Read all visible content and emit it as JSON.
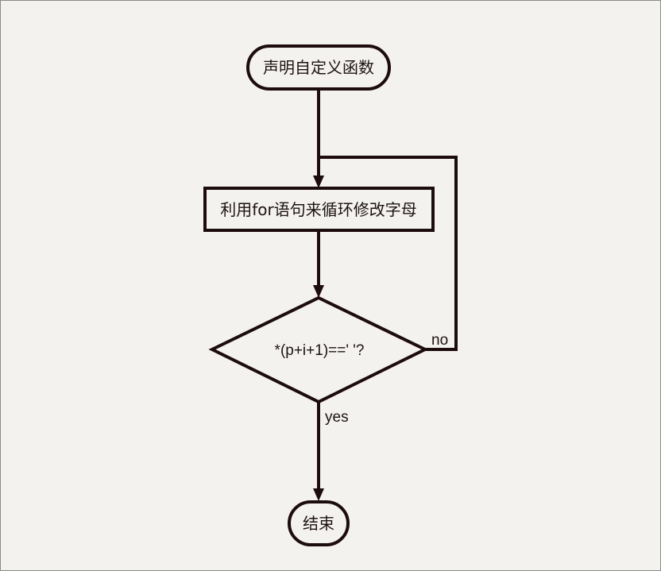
{
  "flowchart": {
    "nodes": {
      "start": "声明自定义函数",
      "loop": "利用for语句来循环修改字母",
      "condition": "*(p+i+1)==' '?",
      "end": "结束"
    },
    "edges": {
      "yes_label": "yes",
      "no_label": "no"
    }
  }
}
